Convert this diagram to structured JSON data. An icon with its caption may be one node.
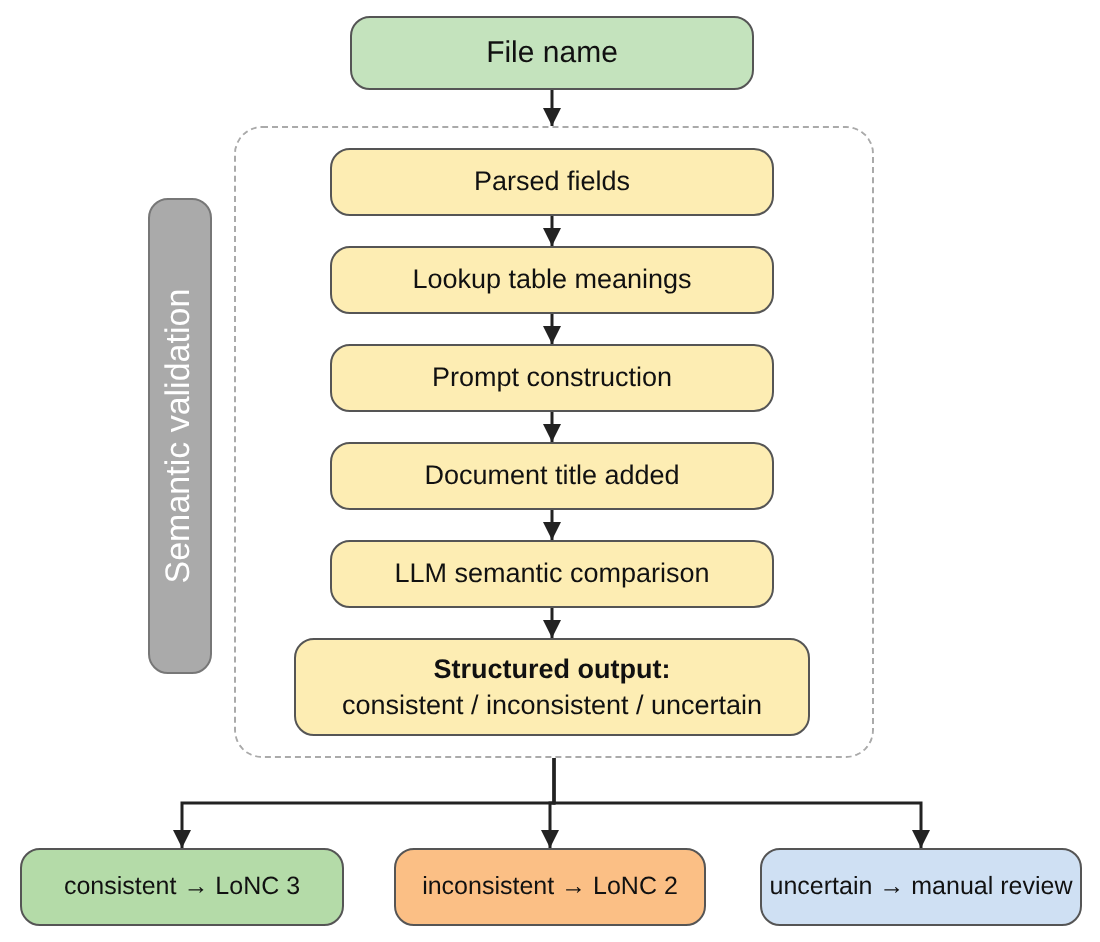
{
  "diagram": {
    "nodes": [
      {
        "text": [
          "File name"
        ]
      },
      {
        "text": [],
        "shape": "box"
      },
      {
        "text": [
          "Parsed fields"
        ],
        "in": 1
      },
      {
        "text": [
          "Lookup table meanings"
        ],
        "in": 1
      },
      {
        "text": [
          "Prompt construction"
        ],
        "in": 1
      },
      {
        "text": [
          "Document title added"
        ],
        "in": 1
      },
      {
        "text": [
          "LLM semantic comparison"
        ],
        "in": 1
      },
      {
        "text": [
          "Structured output:",
          "consistent / inconsistent / uncertain"
        ],
        "in": 1
      },
      {
        "text": [
          "Semantic validation"
        ]
      },
      {
        "text": [
          "consistent → LoNC 3"
        ]
      },
      {
        "text": [
          "inconsistent → LoNC 2"
        ]
      },
      {
        "text": [
          "uncertain → manual review"
        ]
      }
    ],
    "edges": [
      {
        "from": 0,
        "to": 1,
        "arrow": "to"
      },
      {
        "from": 2,
        "to": 3,
        "arrow": "to"
      },
      {
        "from": 3,
        "to": 4,
        "arrow": "to"
      },
      {
        "from": 4,
        "to": 5,
        "arrow": "to"
      },
      {
        "from": 5,
        "to": 6,
        "arrow": "to"
      },
      {
        "from": 6,
        "to": 7,
        "arrow": "to"
      },
      {
        "from": 1,
        "to": 9,
        "arrow": "to"
      },
      {
        "from": 1,
        "to": 10,
        "arrow": "to"
      },
      {
        "from": 1,
        "to": 11,
        "arrow": "to"
      }
    ]
  }
}
